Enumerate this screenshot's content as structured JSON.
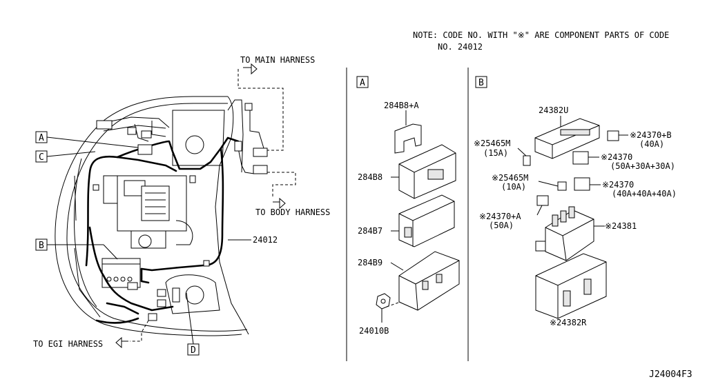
{
  "note": {
    "line1": "NOTE: CODE NO. WITH \"※\" ARE COMPONENT PARTS OF CODE",
    "line2": "NO. 24012"
  },
  "harness_labels": {
    "main": "TO MAIN HARNESS",
    "body": "TO BODY HARNESS",
    "egi": "TO EGI HARNESS"
  },
  "section_markers": {
    "a": "A",
    "b": "B",
    "c": "C",
    "d": "D"
  },
  "main_part": "24012",
  "panel_a": {
    "marker": "A",
    "parts": [
      "284B8+A",
      "284B8",
      "284B7",
      "284B9",
      "24010B"
    ]
  },
  "panel_b": {
    "marker": "B",
    "parts": {
      "p24382u": "24382U",
      "p25465m_15": "※25465M",
      "p25465m_15_amp": "(15A)",
      "p24370b": "※24370+B",
      "p24370b_amp": "(40A)",
      "p24370_1": "※24370",
      "p24370_1_amp": "(50A+30A+30A)",
      "p25465m_10": "※25465M",
      "p25465m_10_amp": "(10A)",
      "p24370_2": "※24370",
      "p24370_2_amp": "(40A+40A+40A)",
      "p24370a": "※24370+A",
      "p24370a_amp": "(50A)",
      "p24381": "※24381",
      "p24382r": "※24382R"
    }
  },
  "diagram_id": "J24004F3"
}
